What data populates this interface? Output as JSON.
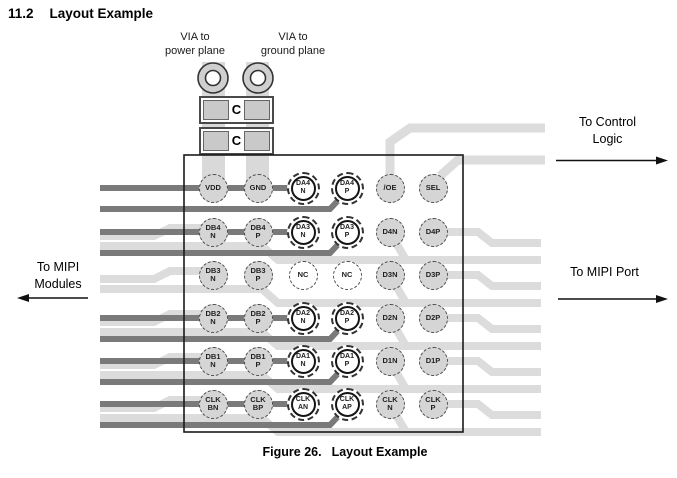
{
  "heading": {
    "number": "11.2",
    "title": "Layout Example"
  },
  "via_labels": {
    "power": {
      "line1": "VIA to",
      "line2": "power plane"
    },
    "ground": {
      "line1": "VIA to",
      "line2": "ground plane"
    }
  },
  "capacitor": {
    "label": "C"
  },
  "annotations": {
    "control": {
      "line1": "To Control",
      "line2": "Logic"
    },
    "mipi_port": {
      "line1": "To MIPI Port"
    },
    "mipi_modules": {
      "line1": "To MIPI",
      "line2": "Modules"
    }
  },
  "caption": {
    "number": "Figure 26.",
    "title": "Layout Example"
  },
  "colors": {
    "trace_light": "#dcdcdc",
    "trace_dark": "#7a7a7a",
    "pad_fill": "#d5d5d5",
    "via_ring_fill": "#cfcfcf",
    "package_border": "#1a1a1a"
  },
  "pads": [
    [
      {
        "l1": "VDD"
      },
      {
        "l1": "GND"
      },
      {
        "l1": "DA4",
        "l2": "N"
      },
      {
        "l1": "DA4",
        "l2": "P"
      },
      {
        "l1": "/OE"
      },
      {
        "l1": "SEL"
      }
    ],
    [
      {
        "l1": "DB4",
        "l2": "N"
      },
      {
        "l1": "DB4",
        "l2": "P"
      },
      {
        "l1": "DA3",
        "l2": "N"
      },
      {
        "l1": "DA3",
        "l2": "P"
      },
      {
        "l1": "D4N"
      },
      {
        "l1": "D4P"
      }
    ],
    [
      {
        "l1": "DB3",
        "l2": "N"
      },
      {
        "l1": "DB3",
        "l2": "P"
      },
      {
        "l1": "NC"
      },
      {
        "l1": "NC"
      },
      {
        "l1": "D3N"
      },
      {
        "l1": "D3P"
      }
    ],
    [
      {
        "l1": "DB2",
        "l2": "N"
      },
      {
        "l1": "DB2",
        "l2": "P"
      },
      {
        "l1": "DA2",
        "l2": "N"
      },
      {
        "l1": "DA2",
        "l2": "P"
      },
      {
        "l1": "D2N"
      },
      {
        "l1": "D2P"
      }
    ],
    [
      {
        "l1": "DB1",
        "l2": "N"
      },
      {
        "l1": "DB1",
        "l2": "P"
      },
      {
        "l1": "DA1",
        "l2": "N"
      },
      {
        "l1": "DA1",
        "l2": "P"
      },
      {
        "l1": "D1N"
      },
      {
        "l1": "D1P"
      }
    ],
    [
      {
        "l1": "CLK",
        "l2": "BN"
      },
      {
        "l1": "CLK",
        "l2": "BP"
      },
      {
        "l1": "CLK",
        "l2": "AN"
      },
      {
        "l1": "CLK",
        "l2": "AP"
      },
      {
        "l1": "CLK",
        "l2": "N"
      },
      {
        "l1": "CLK",
        "l2": "P"
      }
    ]
  ]
}
